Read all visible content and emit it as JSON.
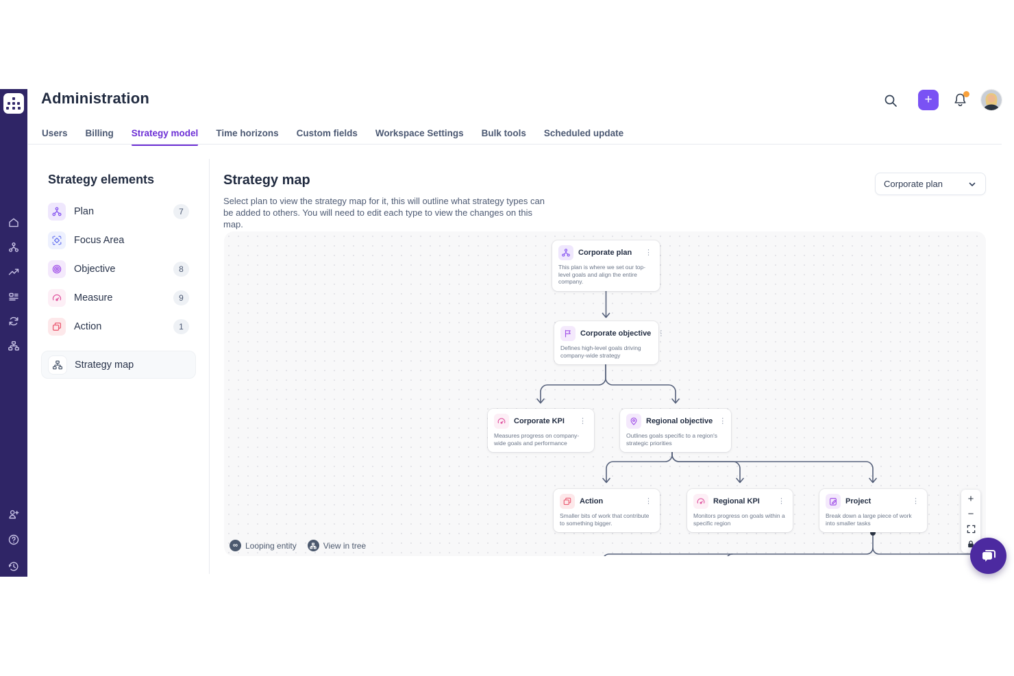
{
  "header": {
    "title": "Administration",
    "add_button_label": "+"
  },
  "tabs": {
    "items": [
      {
        "label": "Users",
        "active": false
      },
      {
        "label": "Billing",
        "active": false
      },
      {
        "label": "Strategy model",
        "active": true
      },
      {
        "label": "Time horizons",
        "active": false
      },
      {
        "label": "Custom fields",
        "active": false
      },
      {
        "label": "Workspace Settings",
        "active": false
      },
      {
        "label": "Bulk tools",
        "active": false
      },
      {
        "label": "Scheduled update",
        "active": false
      }
    ]
  },
  "panel": {
    "title": "Strategy elements",
    "items": [
      {
        "label": "Plan",
        "count": "7",
        "icon": "plan-nodes-icon"
      },
      {
        "label": "Focus Area",
        "count": "",
        "icon": "focus-area-icon"
      },
      {
        "label": "Objective",
        "count": "8",
        "icon": "objective-target-icon"
      },
      {
        "label": "Measure",
        "count": "9",
        "icon": "measure-gauge-icon"
      },
      {
        "label": "Action",
        "count": "1",
        "icon": "action-docs-icon"
      }
    ],
    "map_item": {
      "label": "Strategy map",
      "icon": "strategy-map-tree-icon"
    }
  },
  "main": {
    "title": "Strategy map",
    "description": "Select plan to view the strategy map for it, this will outline what strategy types can be added to others. You will need to edit each type to view the changes on this map.",
    "plan_selector_value": "Corporate plan"
  },
  "map": {
    "nodes": [
      {
        "title": "Corporate plan",
        "desc": "This plan is where we set our top-level goals and align the entire company.",
        "icon": "plan-nodes-icon"
      },
      {
        "title": "Corporate objective",
        "desc": "Defines high-level goals driving company-wide strategy",
        "icon": "flag-icon"
      },
      {
        "title": "Corporate KPI",
        "desc": "Measures progress on company-wide goals and performance",
        "icon": "gauge-icon"
      },
      {
        "title": "Regional objective",
        "desc": "Outlines goals specific to a region's strategic priorities",
        "icon": "map-pin-icon"
      },
      {
        "title": "Action",
        "desc": "Smaller bits of work that contribute to something bigger.",
        "icon": "action-docs-icon"
      },
      {
        "title": "Regional KPI",
        "desc": "Monitors progress on goals within a specific region",
        "icon": "gauge-icon"
      },
      {
        "title": "Project",
        "desc": "Break down a large piece of work into smaller tasks",
        "icon": "edit-doc-icon"
      }
    ],
    "legend": [
      {
        "label": "Looping entity",
        "icon": "infinity-icon"
      },
      {
        "label": "View in tree",
        "icon": "tree-icon"
      }
    ]
  },
  "icons": {
    "kebab": "⋮",
    "infinity": "∞",
    "zoom_in": "+",
    "zoom_out": "−"
  },
  "colors": {
    "accent": "#6d2fd5",
    "add_button": "#7a52f4",
    "notification_dot": "#f9a13b",
    "rail_bg": "#2f2566",
    "chat_bubble": "#4c2aa0",
    "edge": "#55607a"
  }
}
